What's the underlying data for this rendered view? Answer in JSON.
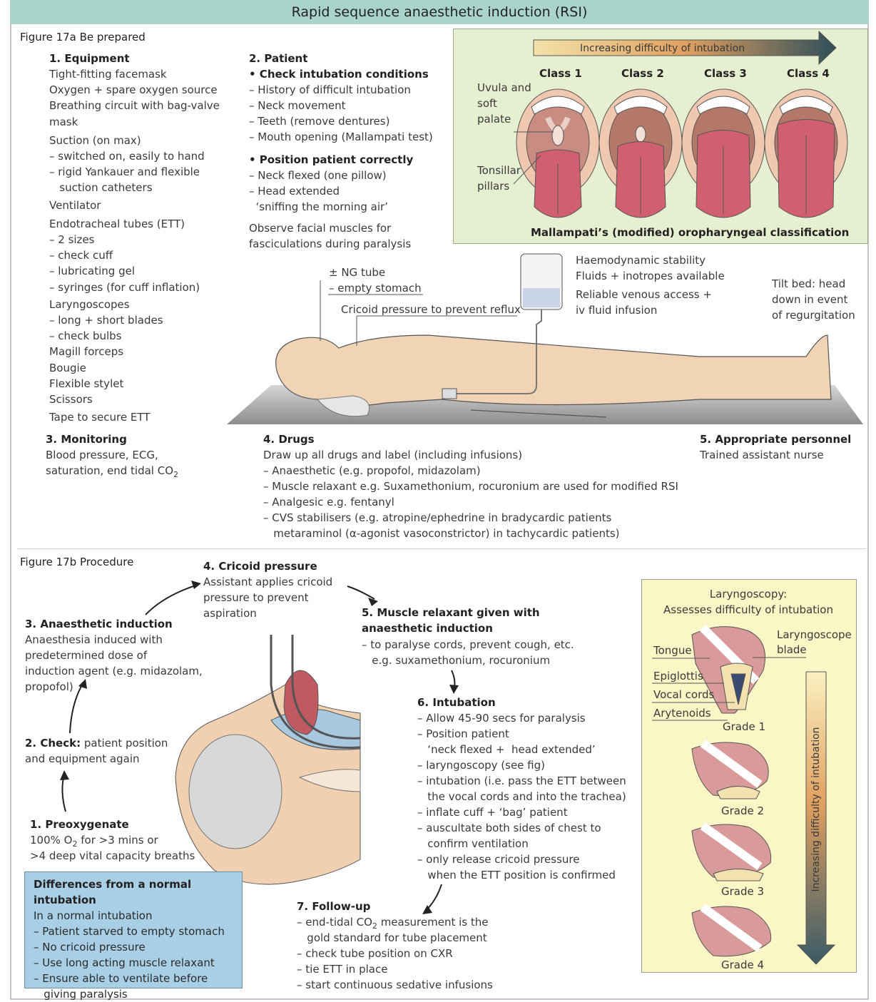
{
  "title": "Rapid sequence anaesthetic induction (RSI)",
  "fig17a": "Figure 17a   Be prepared",
  "equipment": {
    "heading": "1. Equipment",
    "lines": [
      "Tight-fitting facemask",
      "Oxygen + spare oxygen source",
      "Breathing circuit with bag-valve",
      "mask",
      "Suction (on max)",
      "– switched on, easily to hand",
      "– rigid Yankauer and flexible",
      "   suction catheters",
      "Ventilator",
      "Endotracheal tubes (ETT)",
      "– 2 sizes",
      "– check cuff",
      "– lubricating gel",
      "– syringes (for cuff inflation)",
      "Laryngoscopes",
      "– long + short blades",
      "– check bulbs",
      "Magill forceps",
      "Bougie",
      "Flexible stylet",
      "Scissors",
      "Tape to secure ETT"
    ]
  },
  "patient": {
    "heading": "2. Patient",
    "sub1": "• Check intubation conditions",
    "lines1": [
      "– History of difficult intubation",
      "– Neck movement",
      "– Teeth (remove dentures)",
      "– Mouth opening (Mallampati test)"
    ],
    "sub2": "• Position patient correctly",
    "lines2": [
      "– Neck flexed (one pillow)",
      "– Head extended",
      "  ‘sniffing the morning air’"
    ],
    "lines3": [
      "Observe facial muscles for",
      "fasciculations during paralysis"
    ]
  },
  "mallampati": {
    "arrow_label": "Increasing difficulty of intubation",
    "classes": [
      "Class 1",
      "Class 2",
      "Class 3",
      "Class 4"
    ],
    "uvula_label": [
      "Uvula and",
      "soft",
      "palate"
    ],
    "tonsil_label": [
      "Tonsillar",
      "pillars"
    ],
    "caption": "Mallampati’s (modified) oropharyngeal classification"
  },
  "bed_labels": {
    "ng1": "± NG tube",
    "ng2": "– empty stomach",
    "cricoid": "Cricoid pressure to prevent reflux",
    "haemo": [
      "Haemodynamic stability",
      "Fluids + inotropes available"
    ],
    "venous": [
      "Reliable venous access +",
      "iv fluid infusion"
    ],
    "tilt": [
      "Tilt bed: head",
      "down in event",
      "of regurgitation"
    ]
  },
  "monitoring": {
    "heading": "3. Monitoring",
    "line1": "Blood pressure, ECG,",
    "line2": "saturation, end tidal CO",
    "sub": "2"
  },
  "drugs": {
    "heading": "4. Drugs",
    "lines": [
      "Draw up all drugs and label (including infusions)",
      "– Anaesthetic (e.g. propofol, midazolam)",
      "– Muscle relaxant e.g. Suxamethonium, rocuronium are used for modified RSI",
      "– Analgesic e.g. fentanyl",
      "– CVS stabilisers (e.g. atropine/ephedrine in bradycardic patients",
      "   metaraminol (α-agonist vasoconstrictor) in tachycardic patients)"
    ]
  },
  "personnel": {
    "heading": "5. Appropriate  personnel",
    "line": "Trained assistant  nurse"
  },
  "fig17b": "Figure 17b   Procedure",
  "step1": {
    "heading": "1. Preoxygenate",
    "line1a": "100% O",
    "line1sub": "2",
    "line1b": " for >3 mins or",
    "line2": ">4 deep vital capacity breaths"
  },
  "step2": {
    "heading": "2. Check:",
    "rest": " patient position",
    "line2": "and equipment again"
  },
  "step3": {
    "heading": "3. Anaesthetic induction",
    "lines": [
      "Anaesthesia induced with",
      "predetermined dose of",
      "induction agent (e.g. midazolam,",
      "propofol)"
    ]
  },
  "step4": {
    "heading": "4. Cricoid pressure",
    "lines": [
      "Assistant applies cricoid",
      "pressure to prevent",
      "aspiration"
    ]
  },
  "step5": {
    "heading1": "5. Muscle relaxant given with",
    "heading2": "anaesthetic induction",
    "lines": [
      "– to paralyse cords, prevent cough, etc.",
      "   e.g. suxamethonium, rocuronium"
    ]
  },
  "step6": {
    "heading": "6. Intubation",
    "lines": [
      "– Allow 45-90 secs for paralysis",
      "– Position patient",
      "   ‘neck flexed +  head extended’",
      "– laryngoscopy (see fig)",
      "– intubation (i.e. pass the ETT between",
      "   the vocal cords and into the trachea)",
      "– inflate cuff + ‘bag’ patient",
      "– auscultate both sides of chest to",
      "   confirm ventilation",
      "– only release cricoid pressure",
      "   when the ETT position is confirmed"
    ]
  },
  "step7": {
    "heading": "7. Follow-up",
    "l1a": "– end-tidal CO",
    "l1sub": "2",
    "l1b": " measurement is the",
    "lines": [
      "   gold standard for tube placement",
      "– check tube position on CXR",
      "– tie ETT in place",
      "– start continuous sedative infusions"
    ]
  },
  "differences": {
    "heading": "Differences from a normal intubation",
    "lines": [
      "In a normal intubation",
      "– Patient starved to empty stomach",
      "– No cricoid pressure",
      "– Use long acting muscle relaxant",
      "– Ensure able to ventilate before",
      "   giving paralysis"
    ]
  },
  "laryngoscopy": {
    "title1": "Laryngoscopy:",
    "title2": "Assesses difficulty of intubation",
    "labels": [
      "Tongue",
      "Epiglottis",
      "Vocal cords",
      "Arytenoids"
    ],
    "blade": [
      "Laryngoscope",
      "blade"
    ],
    "grades": [
      "Grade 1",
      "Grade 2",
      "Grade 3",
      "Grade 4"
    ],
    "arrow_label": "Increasing difficulty of intubation"
  }
}
